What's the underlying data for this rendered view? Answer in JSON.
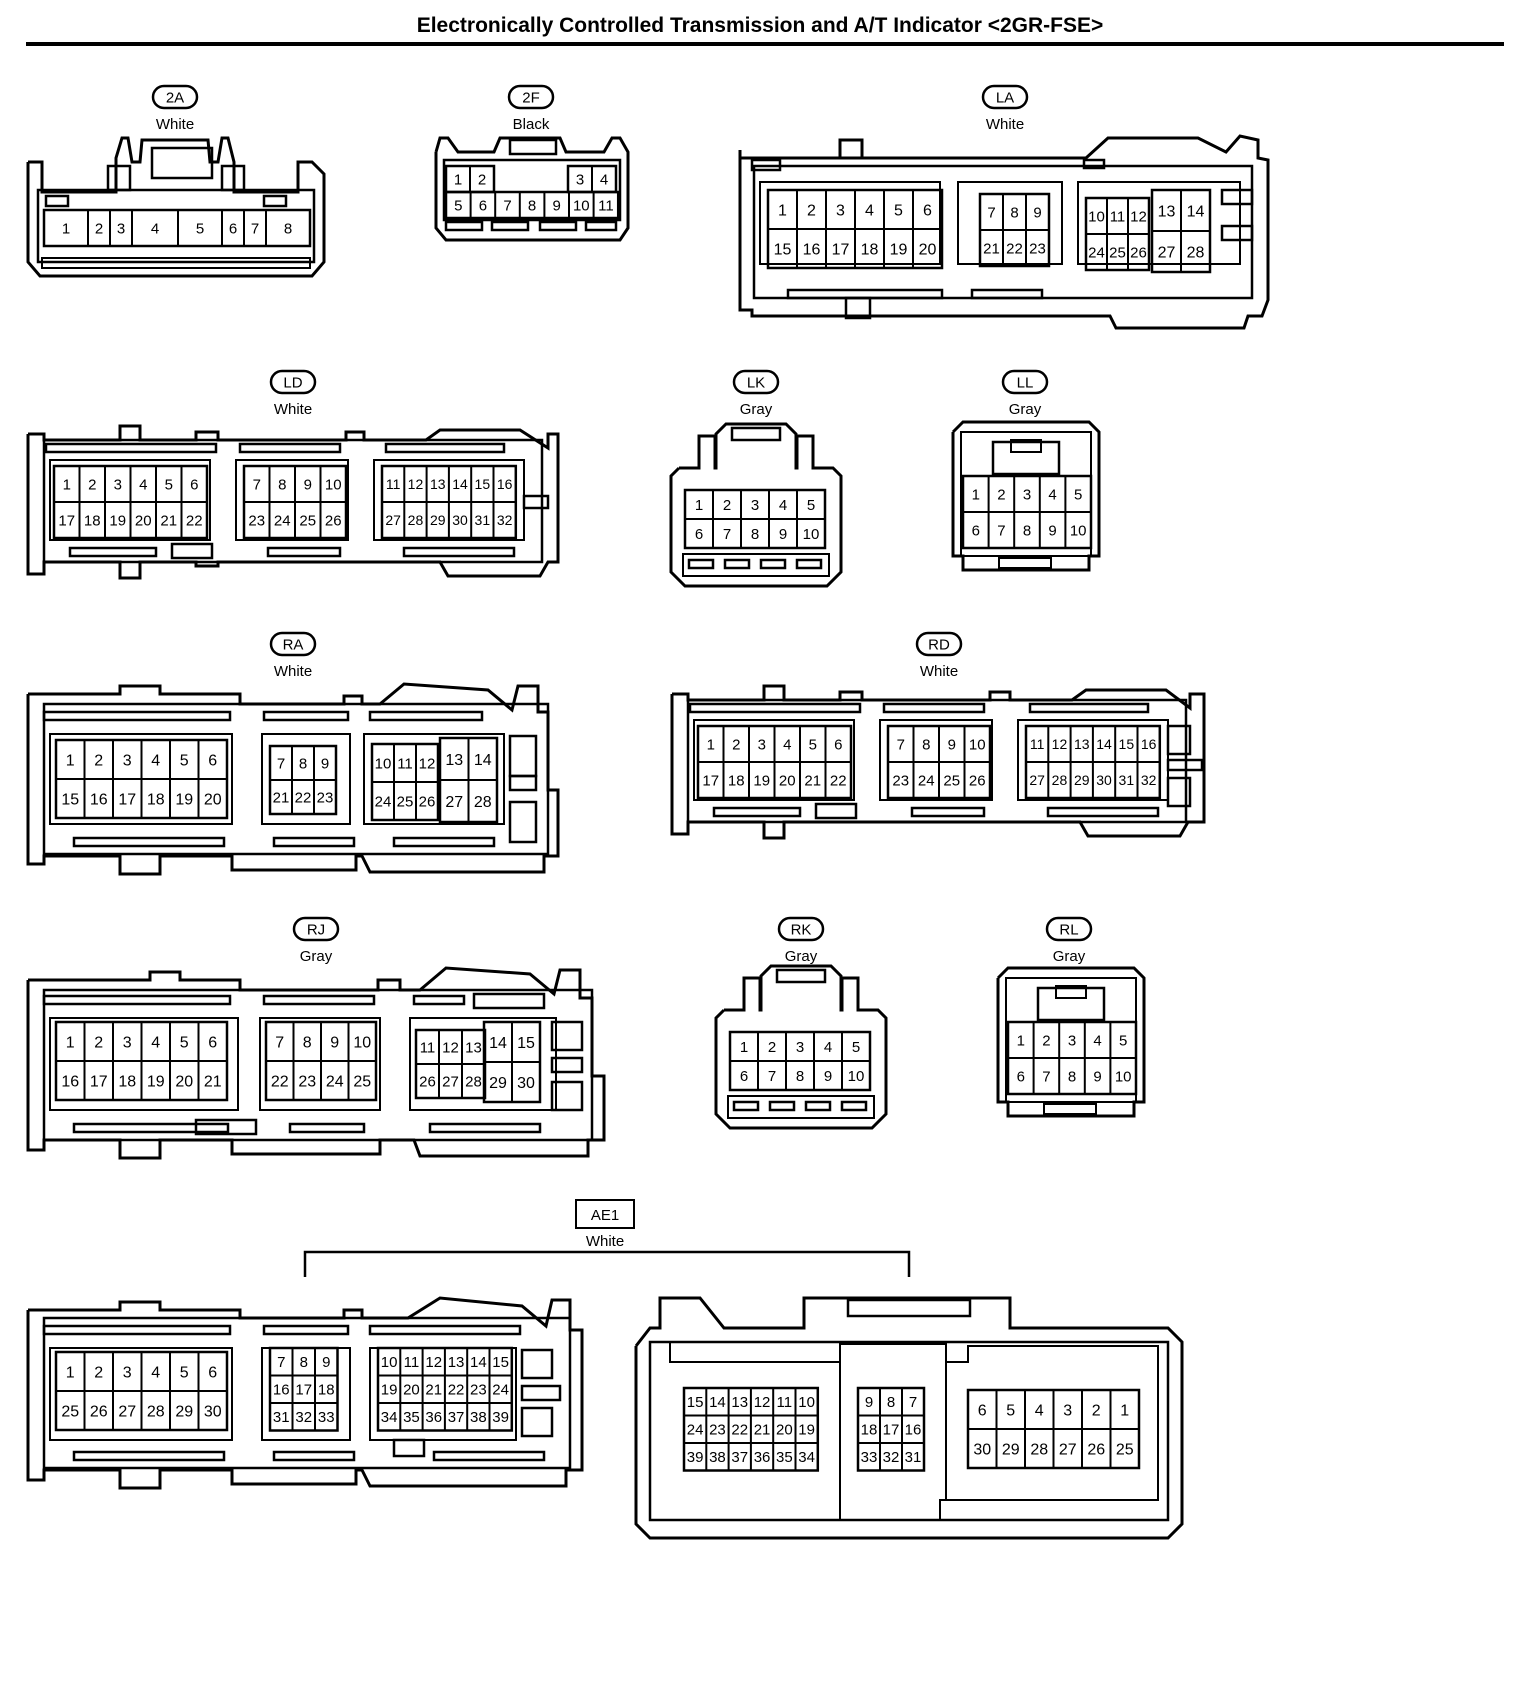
{
  "title": "Electronically Controlled Transmission and A/T Indicator <2GR-FSE>",
  "connectors": [
    {
      "id": "2A",
      "color": "White",
      "rows": [
        [
          "1",
          "2",
          "3",
          "4",
          "5",
          "6",
          "7",
          "8"
        ]
      ]
    },
    {
      "id": "2F",
      "color": "Black",
      "rows": [
        [
          "1",
          "2",
          "3",
          "4"
        ],
        [
          "5",
          "6",
          "7",
          "8",
          "9",
          "10",
          "11"
        ]
      ]
    },
    {
      "id": "LA",
      "color": "White",
      "rows": [
        [
          "1",
          "2",
          "3",
          "4",
          "5",
          "6",
          "7",
          "8",
          "9",
          "10",
          "11",
          "12",
          "13",
          "14"
        ],
        [
          "15",
          "16",
          "17",
          "18",
          "19",
          "20",
          "21",
          "22",
          "23",
          "24",
          "25",
          "26",
          "27",
          "28"
        ]
      ]
    },
    {
      "id": "LD",
      "color": "White",
      "rows": [
        [
          "1",
          "2",
          "3",
          "4",
          "5",
          "6",
          "7",
          "8",
          "9",
          "10",
          "11",
          "12",
          "13",
          "14",
          "15",
          "16"
        ],
        [
          "17",
          "18",
          "19",
          "20",
          "21",
          "22",
          "23",
          "24",
          "25",
          "26",
          "27",
          "28",
          "29",
          "30",
          "31",
          "32"
        ]
      ]
    },
    {
      "id": "LK",
      "color": "Gray",
      "rows": [
        [
          "1",
          "2",
          "3",
          "4",
          "5"
        ],
        [
          "6",
          "7",
          "8",
          "9",
          "10"
        ]
      ]
    },
    {
      "id": "LL",
      "color": "Gray",
      "rows": [
        [
          "1",
          "2",
          "3",
          "4",
          "5"
        ],
        [
          "6",
          "7",
          "8",
          "9",
          "10"
        ]
      ]
    },
    {
      "id": "RA",
      "color": "White",
      "rows": [
        [
          "1",
          "2",
          "3",
          "4",
          "5",
          "6",
          "7",
          "8",
          "9",
          "10",
          "11",
          "12",
          "13",
          "14"
        ],
        [
          "15",
          "16",
          "17",
          "18",
          "19",
          "20",
          "21",
          "22",
          "23",
          "24",
          "25",
          "26",
          "27",
          "28"
        ]
      ]
    },
    {
      "id": "RD",
      "color": "White",
      "rows": [
        [
          "1",
          "2",
          "3",
          "4",
          "5",
          "6",
          "7",
          "8",
          "9",
          "10",
          "11",
          "12",
          "13",
          "14",
          "15",
          "16"
        ],
        [
          "17",
          "18",
          "19",
          "20",
          "21",
          "22",
          "23",
          "24",
          "25",
          "26",
          "27",
          "28",
          "29",
          "30",
          "31",
          "32"
        ]
      ]
    },
    {
      "id": "RJ",
      "color": "Gray",
      "rows": [
        [
          "1",
          "2",
          "3",
          "4",
          "5",
          "6",
          "7",
          "8",
          "9",
          "10",
          "11",
          "12",
          "13",
          "14",
          "15"
        ],
        [
          "16",
          "17",
          "18",
          "19",
          "20",
          "21",
          "22",
          "23",
          "24",
          "25",
          "26",
          "27",
          "28",
          "29",
          "30"
        ]
      ]
    },
    {
      "id": "RK",
      "color": "Gray",
      "rows": [
        [
          "1",
          "2",
          "3",
          "4",
          "5"
        ],
        [
          "6",
          "7",
          "8",
          "9",
          "10"
        ]
      ]
    },
    {
      "id": "RL",
      "color": "Gray",
      "rows": [
        [
          "1",
          "2",
          "3",
          "4",
          "5"
        ],
        [
          "6",
          "7",
          "8",
          "9",
          "10"
        ]
      ]
    },
    {
      "id": "AE1",
      "color": "White",
      "rows": [
        [
          "1",
          "2",
          "3",
          "4",
          "5",
          "6",
          "7",
          "8",
          "9",
          "10",
          "11",
          "12",
          "13",
          "14",
          "15"
        ],
        [
          "25",
          "26",
          "27",
          "28",
          "29",
          "30",
          "16",
          "17",
          "18",
          "19",
          "20",
          "21",
          "22",
          "23",
          "24"
        ],
        [
          "31",
          "32",
          "33",
          "34",
          "35",
          "36",
          "37",
          "38",
          "39"
        ],
        [
          "15",
          "14",
          "13",
          "12",
          "11",
          "10",
          "9",
          "8",
          "7",
          "6",
          "5",
          "4",
          "3",
          "2",
          "1"
        ],
        [
          "24",
          "23",
          "22",
          "21",
          "20",
          "19",
          "18",
          "17",
          "16",
          "30",
          "29",
          "28",
          "27",
          "26",
          "25"
        ],
        [
          "39",
          "38",
          "37",
          "36",
          "35",
          "34",
          "33",
          "32",
          "31"
        ]
      ]
    }
  ]
}
